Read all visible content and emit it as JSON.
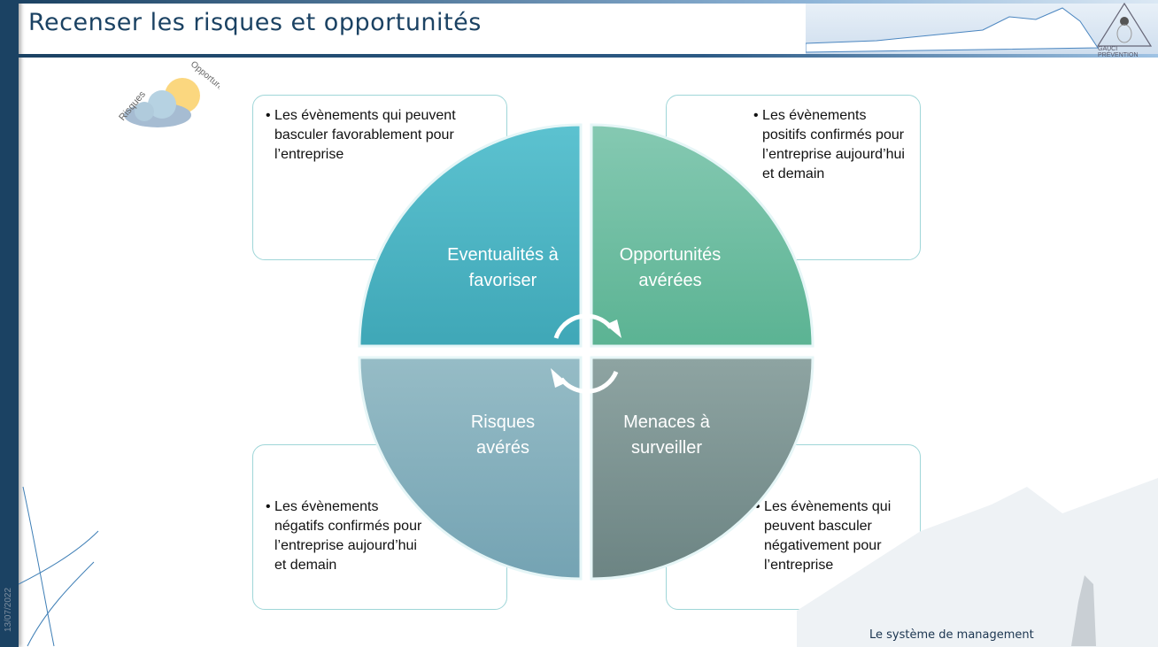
{
  "title": "Recenser les risques et opportunités",
  "date": "13/07/2022",
  "logo_text": "GAUCI PRÉVENTION",
  "footer": "Le système de management",
  "icon": {
    "left_word": "Risques",
    "right_word": "Opportunités"
  },
  "quadrants": [
    {
      "label_line1": "Eventualités à",
      "label_line2": "favoriser",
      "color": "#4bb3c3",
      "text": "Les évènements qui peuvent basculer favorablement pour l’entreprise"
    },
    {
      "label_line1": "Opportunités",
      "label_line2": "avérées",
      "color": "#6bbd9c",
      "text": "Les évènements positifs confirmés pour l’entreprise aujourd’hui et demain"
    },
    {
      "label_line1": "Risques",
      "label_line2": "avérés",
      "color": "#86afbd",
      "text": "Les évènements négatifs confirmés pour l’entreprise aujourd’hui et demain"
    },
    {
      "label_line1": "Menaces à",
      "label_line2": "surveiller",
      "color": "#7a9191",
      "text": "Les évènements qui peuvent basculer négativement pour l’entreprise"
    }
  ]
}
